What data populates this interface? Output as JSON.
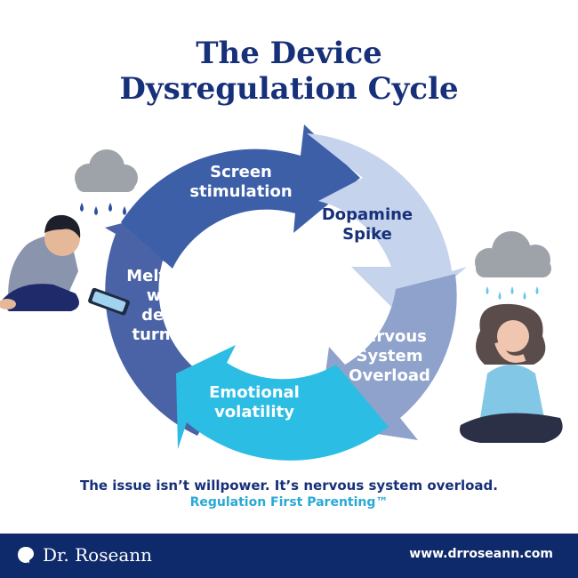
{
  "title": {
    "line1": "The Device",
    "line2": "Dysregulation Cycle"
  },
  "cycle": {
    "steps": [
      {
        "lines": [
          "Screen",
          "stimulation"
        ],
        "color": "#3d5fa8"
      },
      {
        "lines": [
          "Dopamine",
          "Spike"
        ],
        "color": "#c6d3ec"
      },
      {
        "lines": [
          "Nervous",
          "System",
          "Overload"
        ],
        "color": "#8fa2cc"
      },
      {
        "lines": [
          "Emotional",
          "volatility"
        ],
        "color": "#2bbde3"
      },
      {
        "lines": [
          "Meltdown",
          "when",
          "device",
          "turns off"
        ],
        "color": "#4a63a6"
      }
    ]
  },
  "tagline": "The issue isn’t willpower. It’s nervous system overload.",
  "subline": "Regulation First Parenting™",
  "footer": {
    "brand": "Dr. Roseann",
    "website": "www.drroseann.com",
    "bg_color": "#0f2a6b"
  }
}
